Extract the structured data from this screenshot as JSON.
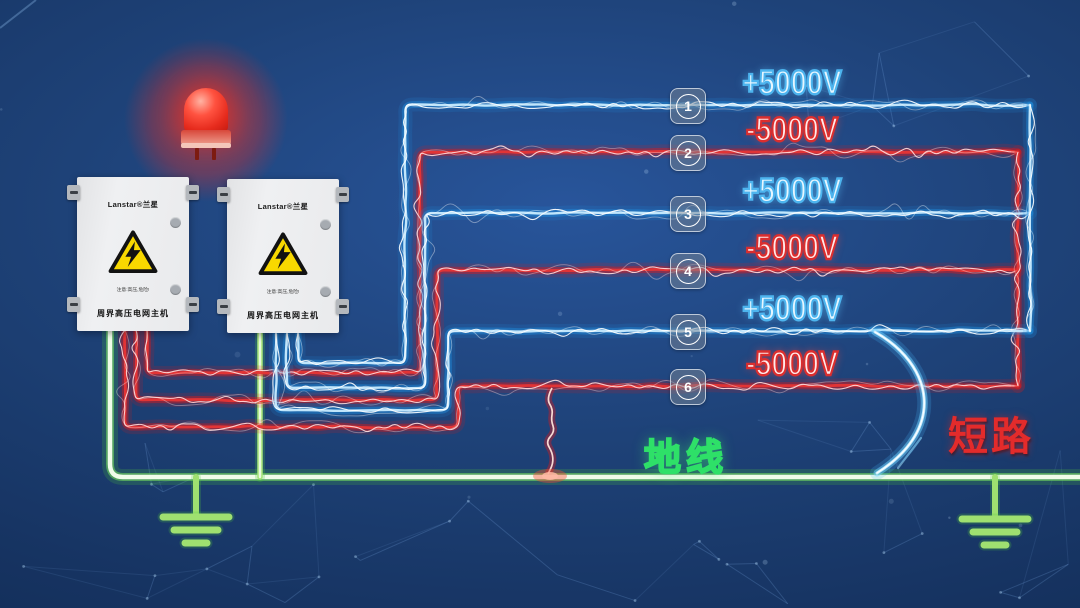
{
  "control_box": {
    "brand": "Lanstar®兰星",
    "caution": "注意:高压,危险!",
    "model": "周界高压电网主机"
  },
  "wires": [
    {
      "number": "1",
      "voltage": "+5000V",
      "polarity": "positive"
    },
    {
      "number": "2",
      "voltage": "-5000V",
      "polarity": "negative"
    },
    {
      "number": "3",
      "voltage": "+5000V",
      "polarity": "positive"
    },
    {
      "number": "4",
      "voltage": "-5000V",
      "polarity": "negative"
    },
    {
      "number": "5",
      "voltage": "+5000V",
      "polarity": "positive"
    },
    {
      "number": "6",
      "voltage": "-5000V",
      "polarity": "negative"
    }
  ],
  "ground_label": "地线",
  "short_circuit_label": "短路",
  "colors": {
    "positive": "#4db4ee",
    "negative": "#db2e2e",
    "ground": "#52c838",
    "alarm": "#e6352a",
    "background": "#1c3f74"
  }
}
